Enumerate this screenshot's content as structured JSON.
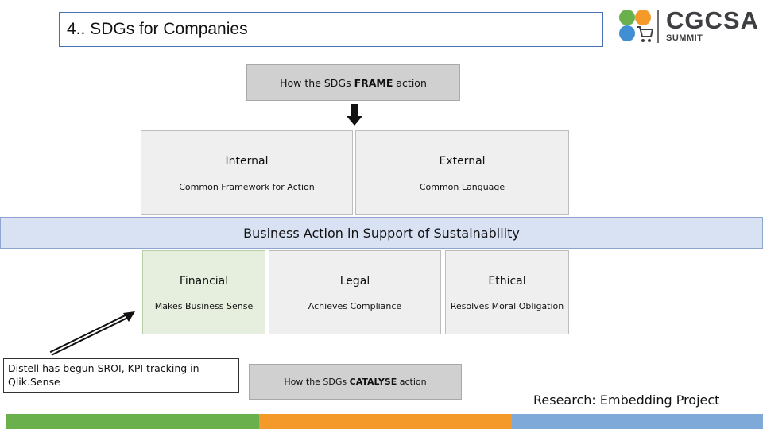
{
  "title": "4.. SDGs for Companies",
  "logo": {
    "word": "CGCSA",
    "sub": "SUMMIT"
  },
  "frame_box": {
    "prefix": "How the SDGs ",
    "bold": "FRAME",
    "suffix": " action"
  },
  "frame_cards": [
    {
      "heading": "Internal",
      "sub": "Common Framework for Action"
    },
    {
      "heading": "External",
      "sub": "Common Language"
    }
  ],
  "band_label": "Business Action in Support of Sustainability",
  "action_cards": [
    {
      "heading": "Financial",
      "sub": "Makes Business Sense"
    },
    {
      "heading": "Legal",
      "sub": "Achieves Compliance"
    },
    {
      "heading": "Ethical",
      "sub": "Resolves Moral Obligation"
    }
  ],
  "note": "Distell has begun SROI, KPI tracking in Qlik.Sense",
  "catalyse_box": {
    "prefix": "How the SDGs ",
    "bold": "CATALYSE",
    "suffix": " action"
  },
  "research": "Research: Embedding Project",
  "colors": {
    "band_fill": "#d9e2f3",
    "green_card": "#e6efde",
    "bar_green": "#6ab04c",
    "bar_orange": "#f39a2b",
    "bar_blue": "#7fa9d9",
    "logo_green": "#6ab04c",
    "logo_orange": "#f39a2b",
    "logo_blue": "#3f8fd2"
  }
}
